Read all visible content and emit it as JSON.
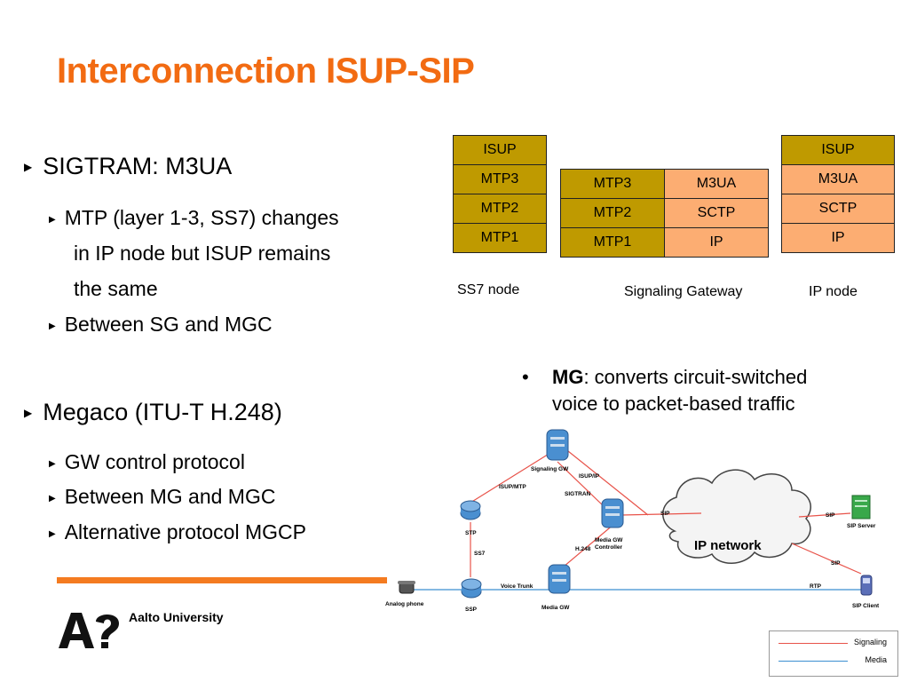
{
  "slide": {
    "title": "Interconnection ISUP-SIP"
  },
  "bullets": {
    "sigtran": "SIGTRAM: M3UA",
    "mtp_line1": "MTP (layer 1-3, SS7) changes",
    "mtp_line2": "in IP node but ISUP remains",
    "mtp_line3": "the same",
    "between_sg": "Between SG and MGC",
    "megaco": "Megaco (ITU-T H.248)",
    "gw_control": "GW control protocol",
    "between_mg": "Between MG and MGC",
    "alternative": "Alternative protocol MGCP"
  },
  "stacks": {
    "ss7": {
      "rows": [
        "ISUP",
        "MTP3",
        "MTP2",
        "MTP1"
      ],
      "caption": "SS7 node"
    },
    "sg": {
      "left": [
        "MTP3",
        "MTP2",
        "MTP1"
      ],
      "right": [
        "M3UA",
        "SCTP",
        "IP"
      ],
      "caption": "Signaling Gateway"
    },
    "ip": {
      "rows": [
        "ISUP",
        "M3UA",
        "SCTP",
        "IP"
      ],
      "caption": "IP node"
    }
  },
  "mg_note": {
    "bullet": "•",
    "bold": "MG",
    "rest_line1": ": converts circuit-switched",
    "line2": "voice to packet-based traffic"
  },
  "network": {
    "labels": {
      "signaling_gw": "Signaling GW",
      "isup_mtp": "ISUP/MTP",
      "isup_ip": "ISUP/IP",
      "sigtran": "SIGTRAN",
      "stp": "STP",
      "ss7": "SS7",
      "sip_mid": "SIP",
      "media_gw_controller_1": "Media GW",
      "media_gw_controller_2": "Controller",
      "h248": "H.248",
      "ip_network": "IP network",
      "sip_right": "SIP",
      "sip_server": "SIP Server",
      "sip_lower": "SIP",
      "analog_phone": "Analog phone",
      "ssp": "SSP",
      "voice_trunk": "Voice Trunk",
      "media_gw": "Media GW",
      "rtp": "RTP",
      "sip_client": "SIP Client"
    },
    "colors": {
      "signaling": "#e8534a",
      "media": "#3c8fd1"
    }
  },
  "legend": {
    "signaling": "Signaling",
    "media": "Media"
  },
  "branding": {
    "university": "Aalto University",
    "logo_text": "A?"
  },
  "theme": {
    "title_color": "#f26b12",
    "gold": "#bf9a00",
    "peach": "#fcad72",
    "bar": "#f47b20"
  }
}
